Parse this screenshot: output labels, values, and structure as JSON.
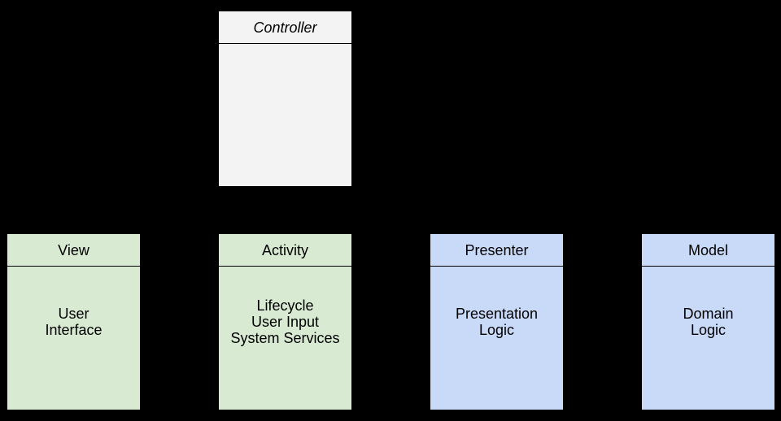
{
  "canvas": {
    "background": "#000000",
    "text_color": "#000000",
    "border_color": "#000000"
  },
  "colors": {
    "controller_fill": "#f3f3f3",
    "green_fill": "#d9ead3",
    "blue_fill": "#c9daf8"
  },
  "boxes": [
    {
      "name": "controller",
      "title": "Controller",
      "title_italic": true,
      "fill": "#f3f3f3",
      "body_lines": []
    },
    {
      "name": "view",
      "title": "View",
      "title_italic": false,
      "fill": "#d9ead3",
      "body_lines": [
        "User",
        "Interface"
      ]
    },
    {
      "name": "activity",
      "title": "Activity",
      "title_italic": false,
      "fill": "#d9ead3",
      "body_lines": [
        "Lifecycle",
        "User Input",
        "System Services"
      ]
    },
    {
      "name": "presenter",
      "title": "Presenter",
      "title_italic": false,
      "fill": "#c9daf8",
      "body_lines": [
        "Presentation",
        "Logic"
      ]
    },
    {
      "name": "model",
      "title": "Model",
      "title_italic": false,
      "fill": "#c9daf8",
      "body_lines": [
        "Domain",
        "Logic"
      ]
    }
  ]
}
